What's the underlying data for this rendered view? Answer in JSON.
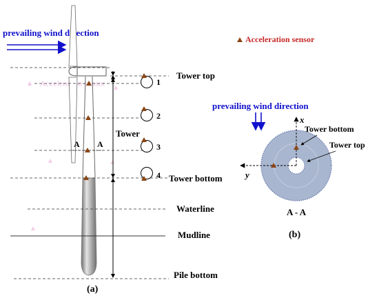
{
  "panel_a": {
    "wind_label": "prevailing wind direction",
    "tower_top": "Tower top",
    "tower": "Tower",
    "tower_bottom": "Tower bottom",
    "waterline": "Waterline",
    "mudline": "Mudline",
    "pile_bottom": "Pile bottom",
    "section_mark": "A",
    "caption": "(a)",
    "faint_text": "Acceleration sensor",
    "sensors": [
      "1",
      "2",
      "3",
      "4"
    ]
  },
  "panel_b": {
    "legend_label": "Acceleration  sensor",
    "wind_label": "prevailing wind direction",
    "axis_x": "x",
    "axis_y": "y",
    "tower_bottom": "Tower bottom",
    "tower_top": "Tower top",
    "section": "A - A",
    "caption": "(b)"
  },
  "colors": {
    "wind_arrow": "#1111cc",
    "sensor_marker": "#8b4513",
    "sensor_legend_text": "#c62828",
    "flange": "#a9b6cf",
    "pile": "#9e9e9e"
  }
}
